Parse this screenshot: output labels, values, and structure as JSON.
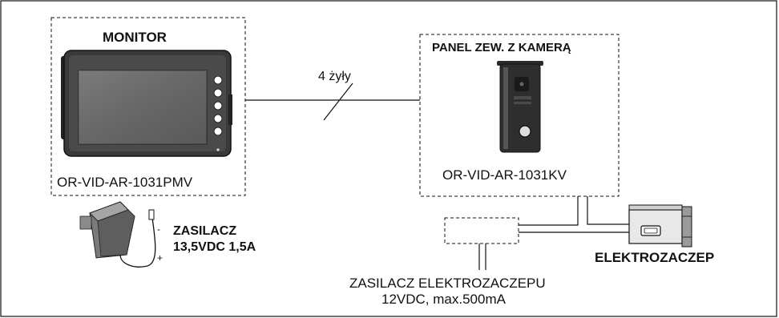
{
  "monitor": {
    "title": "MONITOR",
    "model": "OR-VID-AR-1031PMV"
  },
  "cable": {
    "label": "4 żyły"
  },
  "panel": {
    "title": "PANEL ZEW. Z KAMERĄ",
    "model": "OR-VID-AR-1031KV"
  },
  "power_supply": {
    "title": "ZASILACZ",
    "spec": "13,5VDC 1,5A",
    "minus_sign": "-",
    "plus_sign": "+"
  },
  "lock": {
    "title": "ELEKTROZACZEP"
  },
  "lock_supply": {
    "title": "ZASILACZ ELEKTROZACZEPU",
    "spec": "12VDC, max.500mA"
  },
  "colors": {
    "line": "#111111",
    "monitor_body": "#3a3a3a",
    "monitor_screen": "#6b6b6b",
    "panel_body": "#2e2e2e",
    "lock_body": "#e8e8e8"
  }
}
